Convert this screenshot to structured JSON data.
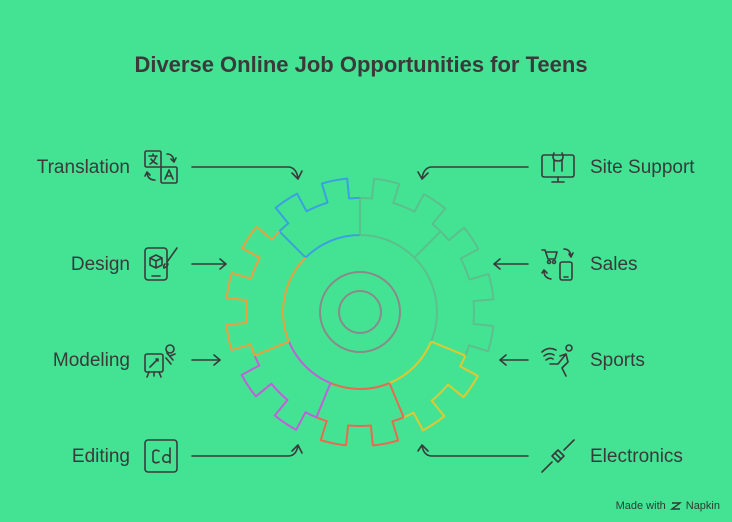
{
  "title": "Diverse Online Job Opportunities for Teens",
  "left_items": [
    {
      "label": "Translation",
      "icon": "translation-icon"
    },
    {
      "label": "Design",
      "icon": "design-tablet-icon"
    },
    {
      "label": "Modeling",
      "icon": "modeling-icon"
    },
    {
      "label": "Editing",
      "icon": "cd-editing-icon"
    }
  ],
  "right_items": [
    {
      "label": "Site Support",
      "icon": "monitor-wrench-icon"
    },
    {
      "label": "Sales",
      "icon": "cart-phone-icon"
    },
    {
      "label": "Sports",
      "icon": "runner-icon"
    },
    {
      "label": "Electronics",
      "icon": "cable-plug-icon"
    }
  ],
  "gear_colors": [
    "#3aa0e0",
    "#5cc08a",
    "#e0c830",
    "#e86a50",
    "#c060d8",
    "#e8a040"
  ],
  "branding": {
    "made_with": "Made with",
    "brand": "Napkin"
  }
}
